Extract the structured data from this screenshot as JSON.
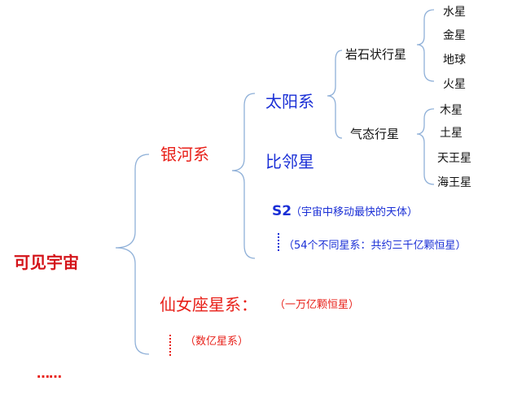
{
  "diagram": {
    "root": "可见宇宙",
    "milky_way": {
      "label": "银河系",
      "solar_system": {
        "label": "太阳系",
        "rocky": {
          "label": "岩石状行星",
          "planets": [
            "水星",
            "金星",
            "地球",
            "火星"
          ]
        },
        "gas": {
          "label": "气态行星",
          "planets": [
            "木星",
            "土星",
            "天王星",
            "海王星"
          ]
        }
      },
      "proxima": "比邻星",
      "s2": {
        "label": "S2",
        "note": "（宇宙中移动最快的天体）"
      },
      "others_note": "（54个不同星系：共约三千亿颗恒星）"
    },
    "andromeda": {
      "label": "仙女座星系：",
      "note": "（一万亿颗恒星）"
    },
    "billions_note": "（数亿星系）",
    "ellipsis": "……"
  },
  "colors": {
    "red": "#e8211a",
    "blue": "#1a2fd6",
    "bracket": "#8fb0d8",
    "text": "#111111"
  }
}
